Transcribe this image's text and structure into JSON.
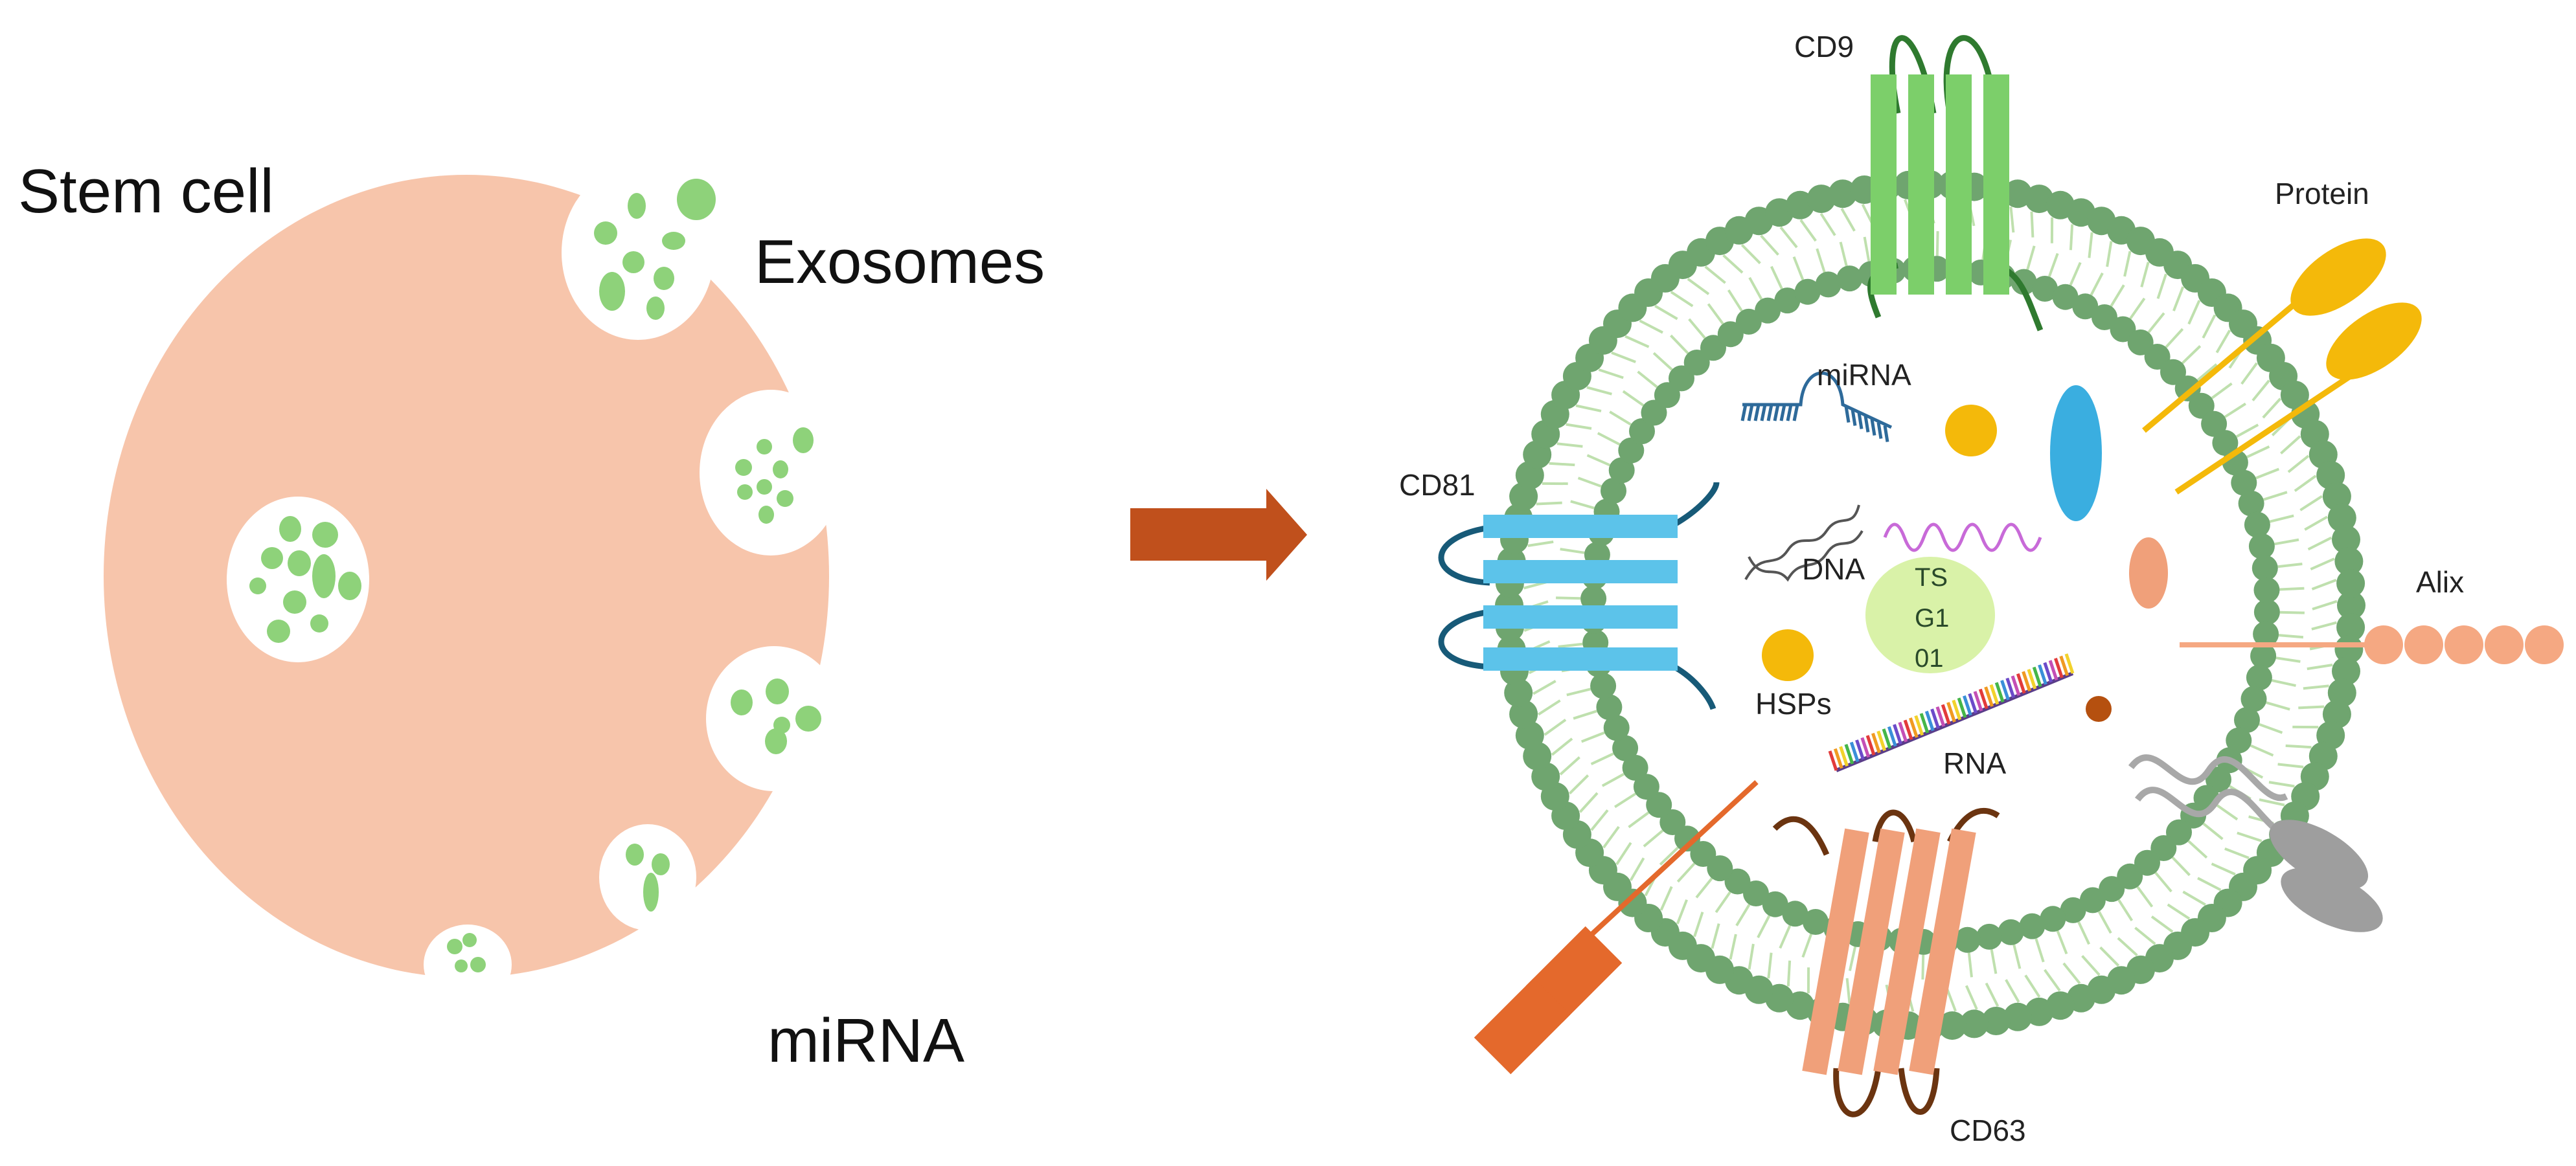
{
  "left_panel": {
    "stem_cell_label": "Stem cell",
    "exosomes_label": "Exosomes",
    "mirna_label": "miRNA"
  },
  "right_panel": {
    "labels": {
      "cd9": "CD9",
      "protein": "Protein",
      "cd81": "CD81",
      "alix": "Alix",
      "mirna": "miRNA",
      "dna": "DNA",
      "hsps": "HSPs",
      "rna": "RNA",
      "cd63": "CD63",
      "tsg101_line1": "TS",
      "tsg101_line2": "G1",
      "tsg101_line3": "01"
    }
  },
  "colors": {
    "cell_body": "#f7c5ab",
    "vesicle_green": "#8ed27a",
    "membrane_head": "#6fa56f",
    "arrow": "#c0501c",
    "cd81_blue": "#5cc3ea",
    "cd9_green": "#7ccf6a",
    "cd63_salmon": "#f0a07a",
    "protein_yellow": "#f4b90a",
    "alix_salmon": "#f5a882",
    "tsg101_green": "#d9f2a8"
  }
}
